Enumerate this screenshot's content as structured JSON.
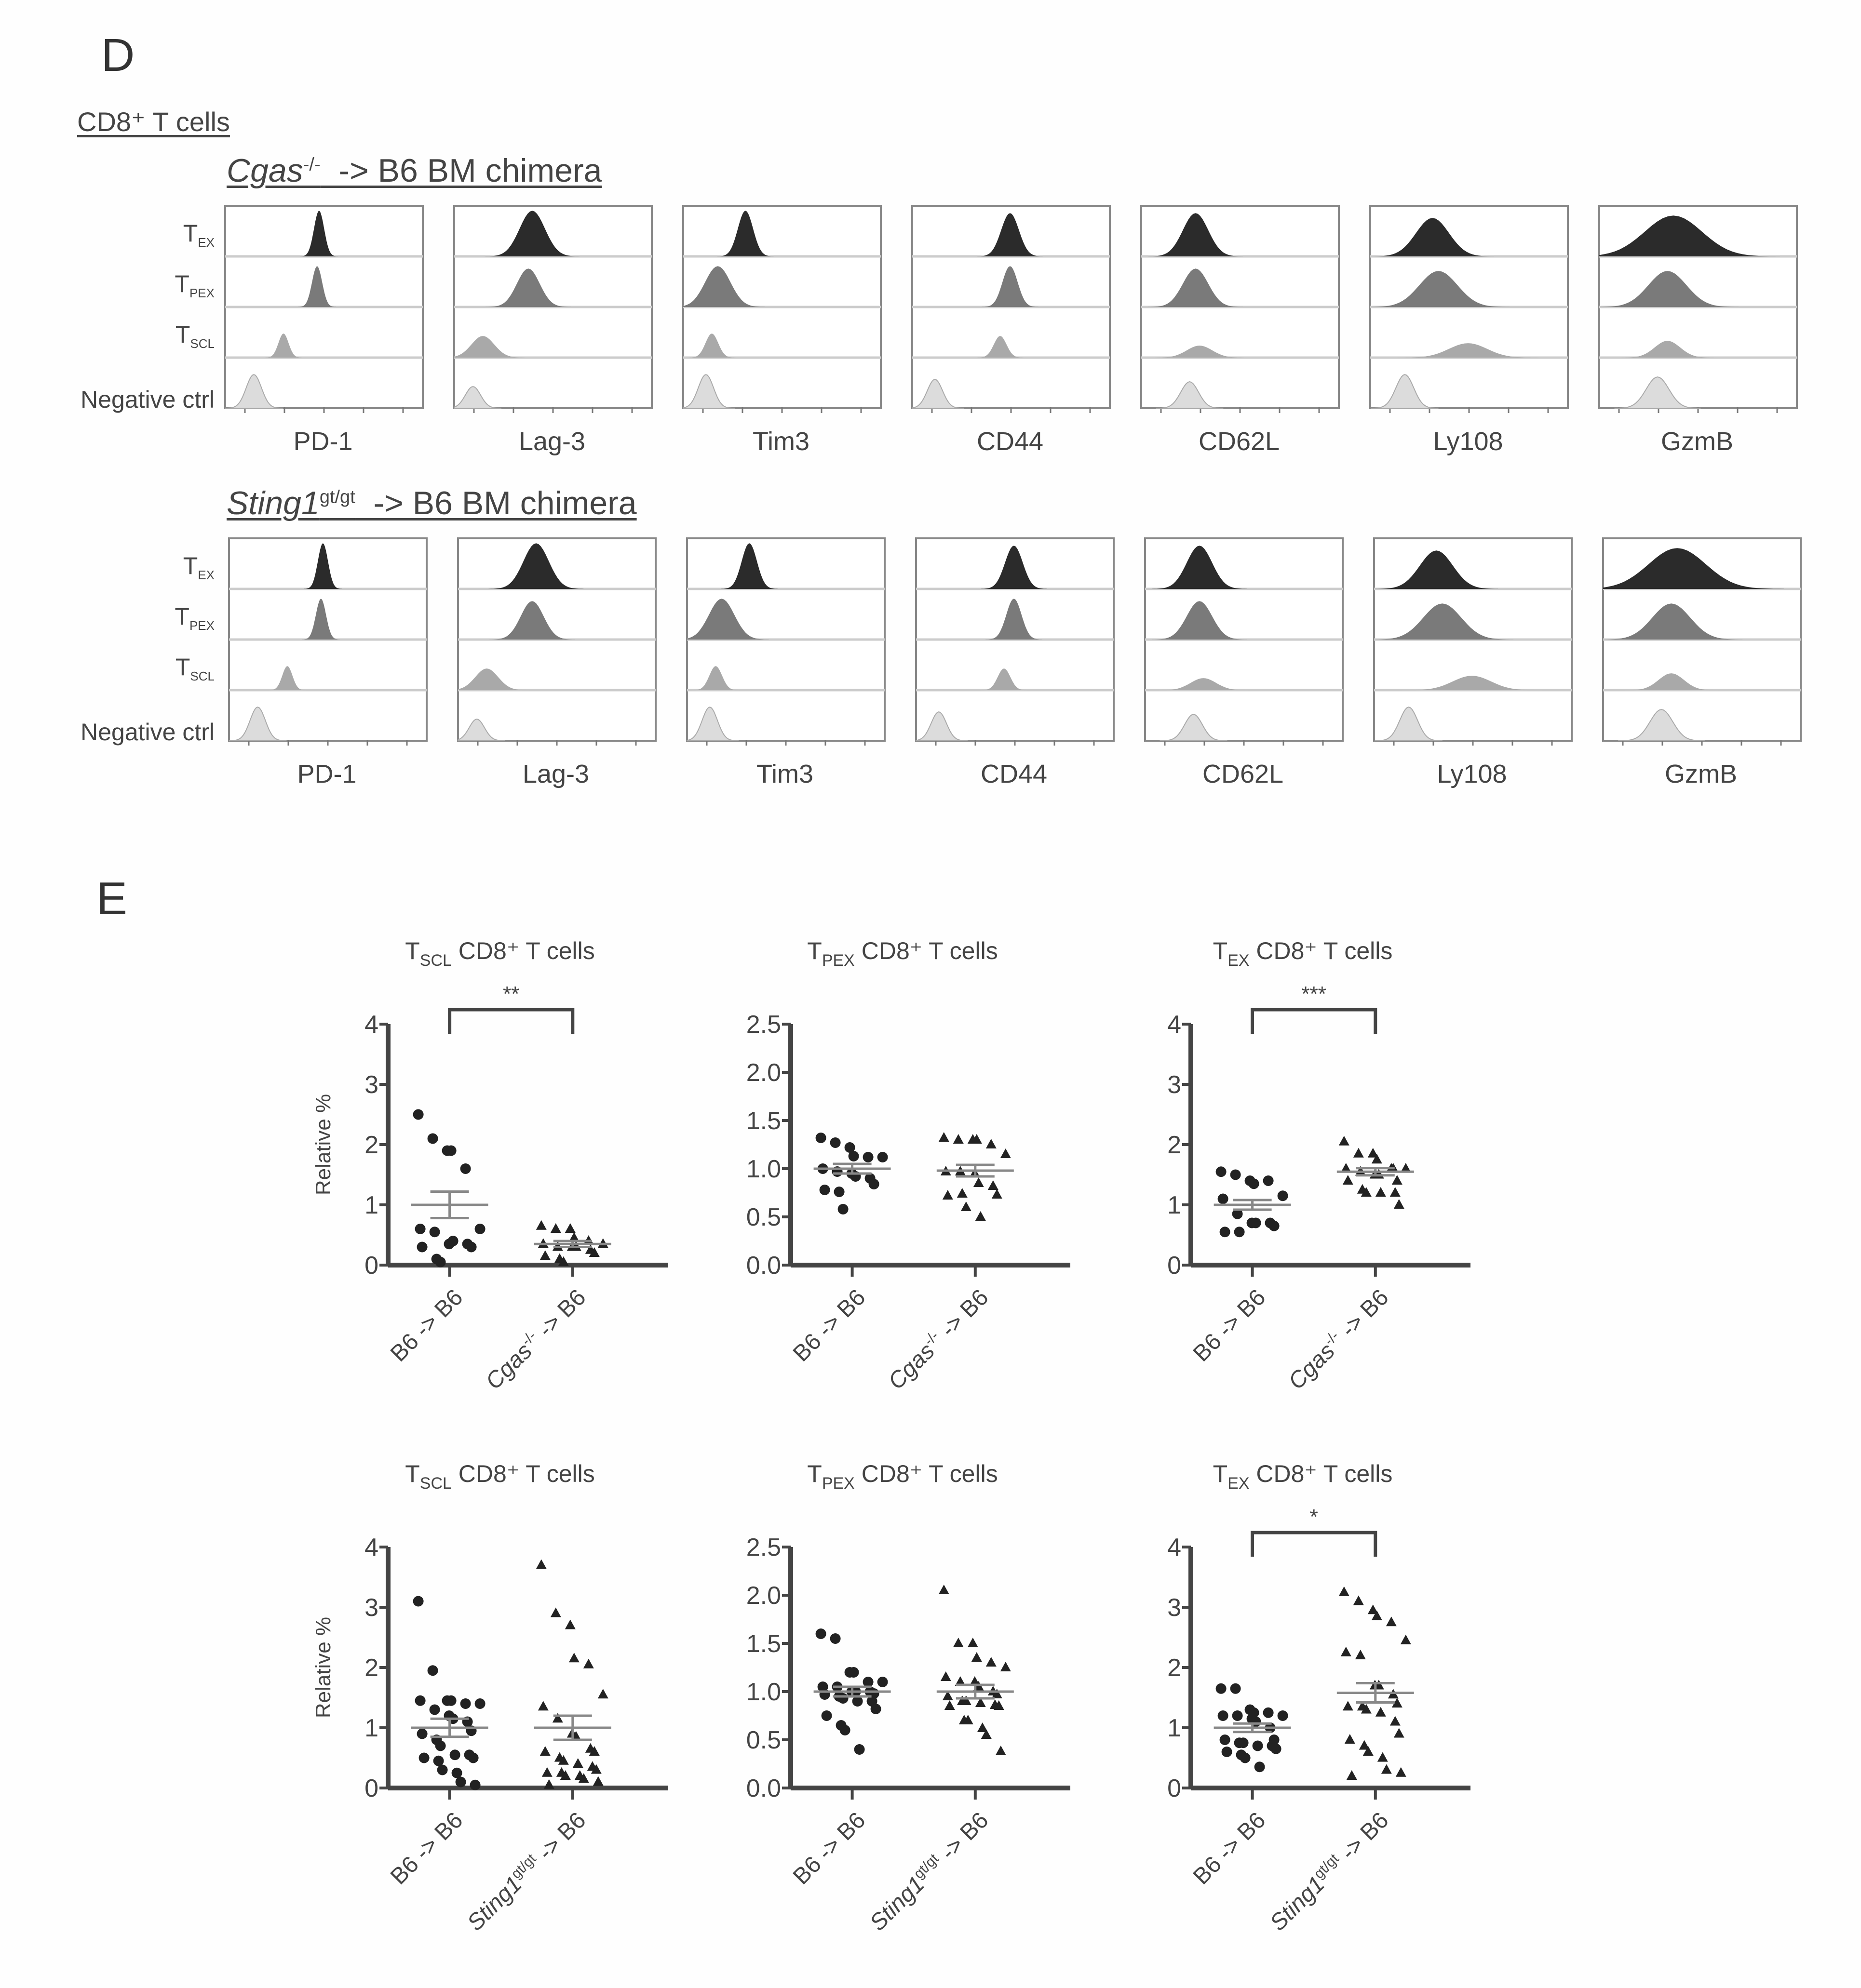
{
  "panel_d": {
    "letter": "D",
    "subtitle": "CD8⁺ T cells",
    "row_labels": [
      {
        "main": "T",
        "sub": "EX"
      },
      {
        "main": "T",
        "sub": "PEX"
      },
      {
        "main": "T",
        "sub": "SCL"
      },
      {
        "main": "Negative ctrl",
        "sub": ""
      }
    ],
    "markers": [
      "PD-1",
      "Lag-3",
      "Tim3",
      "CD44",
      "CD62L",
      "Ly108",
      "GzmB"
    ],
    "blocks": [
      {
        "title_gene": "Cgas",
        "title_sup": "-/-",
        "title_rest": "  -> B6 BM chimera"
      },
      {
        "title_gene": "Sting1",
        "title_sup": "gt/gt",
        "title_rest": "  -> B6 BM chimera"
      }
    ],
    "colors": {
      "TEX": "#2b2b2b",
      "TPEX": "#7a7a7a",
      "TSCL": "#a9a9a9",
      "NEG": "#dcdcdc"
    }
  },
  "panel_e": {
    "letter": "E"
  },
  "chart_data": [
    {
      "type": "scatter",
      "title": "TSCL CD8+ T cells",
      "title_main": "T",
      "title_sub": "SCL",
      "title_rest": " CD8⁺ T cells",
      "ylabel": "Relative %",
      "ylim": [
        0,
        4
      ],
      "yticks": [
        "0",
        "1",
        "2",
        "3",
        "4"
      ],
      "categories": [
        "B6 -> B6",
        "Cgas-/- -> B6"
      ],
      "cat_labels": [
        {
          "main": "B6 -> B6",
          "sup": ""
        },
        {
          "main": "Cgas",
          "sup": "-/-",
          "rest": " -> B6"
        }
      ],
      "significance": "**",
      "series": [
        {
          "name": "B6 -> B6",
          "marker": "circle",
          "mean": 1.0,
          "sem": 0.22,
          "values": [
            2.5,
            2.1,
            1.9,
            1.9,
            1.6,
            0.6,
            0.6,
            0.55,
            0.35,
            0.4,
            0.35,
            0.3,
            0.3,
            0.1,
            0.05
          ]
        },
        {
          "name": "Cgas-/- -> B6",
          "marker": "triangle",
          "mean": 0.35,
          "sem": 0.05,
          "values": [
            0.65,
            0.6,
            0.6,
            0.45,
            0.4,
            0.35,
            0.35,
            0.3,
            0.3,
            0.3,
            0.25,
            0.2,
            0.15,
            0.1,
            0.05
          ]
        }
      ]
    },
    {
      "type": "scatter",
      "title": "TPEX CD8+ T cells",
      "title_main": "T",
      "title_sub": "PEX",
      "title_rest": " CD8⁺ T cells",
      "ylabel": "",
      "ylim": [
        0,
        2.5
      ],
      "yticks": [
        "0.0",
        "0.5",
        "1.0",
        "1.5",
        "2.0",
        "2.5"
      ],
      "categories": [
        "B6 -> B6",
        "Cgas-/- -> B6"
      ],
      "cat_labels": [
        {
          "main": "B6 -> B6",
          "sup": ""
        },
        {
          "main": "Cgas",
          "sup": "-/-",
          "rest": " -> B6"
        }
      ],
      "significance": "",
      "series": [
        {
          "name": "B6 -> B6",
          "marker": "circle",
          "mean": 1.0,
          "sem": 0.05,
          "values": [
            1.32,
            1.27,
            1.22,
            1.13,
            1.12,
            1.12,
            1.0,
            0.97,
            0.95,
            0.92,
            0.9,
            0.84,
            0.78,
            0.76,
            0.58
          ]
        },
        {
          "name": "Cgas-/- -> B6",
          "marker": "triangle",
          "mean": 0.98,
          "sem": 0.06,
          "values": [
            1.32,
            1.3,
            1.3,
            1.3,
            1.25,
            1.15,
            0.97,
            0.97,
            0.95,
            0.85,
            0.82,
            0.73,
            0.72,
            0.74,
            0.6,
            0.5
          ]
        }
      ]
    },
    {
      "type": "scatter",
      "title": "TEX CD8+ T cells",
      "title_main": "T",
      "title_sub": "EX",
      "title_rest": " CD8⁺ T cells",
      "ylabel": "",
      "ylim": [
        0,
        4
      ],
      "yticks": [
        "0",
        "1",
        "2",
        "3",
        "4"
      ],
      "categories": [
        "B6 -> B6",
        "Cgas-/- -> B6"
      ],
      "cat_labels": [
        {
          "main": "B6 -> B6",
          "sup": ""
        },
        {
          "main": "Cgas",
          "sup": "-/-",
          "rest": " -> B6"
        }
      ],
      "significance": "***",
      "series": [
        {
          "name": "B6 -> B6",
          "marker": "circle",
          "mean": 1.0,
          "sem": 0.08,
          "values": [
            1.55,
            1.5,
            1.4,
            1.35,
            1.4,
            1.15,
            1.1,
            0.85,
            0.7,
            0.7,
            0.7,
            0.65,
            0.55,
            0.55
          ]
        },
        {
          "name": "Cgas-/- -> B6",
          "marker": "triangle",
          "mean": 1.55,
          "sem": 0.06,
          "values": [
            2.05,
            1.85,
            1.85,
            1.75,
            1.6,
            1.6,
            1.6,
            1.55,
            1.5,
            1.5,
            1.6,
            1.4,
            1.4,
            1.25,
            1.2,
            1.2,
            1.2,
            1.0
          ]
        }
      ]
    },
    {
      "type": "scatter",
      "title": "TSCL CD8+ T cells",
      "title_main": "T",
      "title_sub": "SCL",
      "title_rest": " CD8⁺ T cells",
      "ylabel": "Relative %",
      "ylim": [
        0,
        4
      ],
      "yticks": [
        "0",
        "1",
        "2",
        "3",
        "4"
      ],
      "categories": [
        "B6 -> B6",
        "Sting1gt/gt -> B6"
      ],
      "cat_labels": [
        {
          "main": "B6 -> B6",
          "sup": ""
        },
        {
          "main": "Sting1",
          "sup": "gt/gt",
          "rest": " -> B6"
        }
      ],
      "significance": "",
      "series": [
        {
          "name": "B6 -> B6",
          "marker": "circle",
          "mean": 1.0,
          "sem": 0.15,
          "values": [
            3.1,
            1.95,
            1.45,
            1.45,
            1.4,
            1.4,
            1.45,
            1.3,
            1.2,
            1.15,
            1.1,
            0.95,
            0.9,
            0.8,
            0.7,
            0.55,
            0.55,
            0.5,
            0.5,
            0.45,
            0.3,
            0.25,
            0.1,
            0.05
          ]
        },
        {
          "name": "Sting1gt/gt -> B6",
          "marker": "triangle",
          "mean": 1.0,
          "sem": 0.2,
          "values": [
            3.7,
            2.9,
            2.7,
            2.15,
            2.05,
            1.55,
            1.35,
            1.15,
            0.9,
            0.85,
            0.65,
            0.6,
            0.6,
            0.5,
            0.45,
            0.4,
            0.35,
            0.3,
            0.25,
            0.25,
            0.2,
            0.2,
            0.15,
            0.1,
            0.05
          ]
        }
      ]
    },
    {
      "type": "scatter",
      "title": "TPEX CD8+ T cells",
      "title_main": "T",
      "title_sub": "PEX",
      "title_rest": " CD8⁺ T cells",
      "ylabel": "",
      "ylim": [
        0,
        2.5
      ],
      "yticks": [
        "0.0",
        "0.5",
        "1.0",
        "1.5",
        "2.0",
        "2.5"
      ],
      "categories": [
        "B6 -> B6",
        "Sting1gt/gt -> B6"
      ],
      "cat_labels": [
        {
          "main": "B6 -> B6",
          "sup": ""
        },
        {
          "main": "Sting1",
          "sup": "gt/gt",
          "rest": " -> B6"
        }
      ],
      "significance": "",
      "series": [
        {
          "name": "B6 -> B6",
          "marker": "circle",
          "mean": 1.0,
          "sem": 0.05,
          "values": [
            1.6,
            1.55,
            1.2,
            1.2,
            1.1,
            1.1,
            1.05,
            1.05,
            1.0,
            1.0,
            1.0,
            0.98,
            0.97,
            0.95,
            0.93,
            0.9,
            0.9,
            0.82,
            0.75,
            0.65,
            0.6,
            0.4
          ]
        },
        {
          "name": "Sting1gt/gt -> B6",
          "marker": "triangle",
          "mean": 1.0,
          "sem": 0.07,
          "values": [
            2.05,
            1.5,
            1.5,
            1.35,
            1.3,
            1.25,
            1.15,
            1.1,
            1.1,
            1.05,
            1.0,
            0.97,
            0.95,
            0.9,
            0.9,
            0.88,
            0.86,
            0.85,
            0.85,
            0.7,
            0.7,
            0.62,
            0.55,
            0.38
          ]
        }
      ]
    },
    {
      "type": "scatter",
      "title": "TEX CD8+ T cells",
      "title_main": "T",
      "title_sub": "EX",
      "title_rest": " CD8⁺ T cells",
      "ylabel": "",
      "ylim": [
        0,
        4
      ],
      "yticks": [
        "0",
        "1",
        "2",
        "3",
        "4"
      ],
      "categories": [
        "B6 -> B6",
        "Sting1gt/gt -> B6"
      ],
      "cat_labels": [
        {
          "main": "B6 -> B6",
          "sup": ""
        },
        {
          "main": "Sting1",
          "sup": "gt/gt",
          "rest": " -> B6"
        }
      ],
      "significance": "*",
      "series": [
        {
          "name": "B6 -> B6",
          "marker": "circle",
          "mean": 1.0,
          "sem": 0.07,
          "values": [
            1.65,
            1.65,
            1.3,
            1.25,
            1.25,
            1.2,
            1.2,
            1.2,
            1.15,
            1.1,
            1.0,
            0.8,
            0.8,
            0.75,
            0.75,
            0.7,
            0.7,
            0.65,
            0.6,
            0.55,
            0.5,
            0.35
          ]
        },
        {
          "name": "Sting1gt/gt -> B6",
          "marker": "triangle",
          "mean": 1.58,
          "sem": 0.16,
          "values": [
            3.25,
            3.1,
            2.95,
            2.85,
            2.75,
            2.45,
            2.25,
            2.2,
            1.7,
            1.7,
            1.55,
            1.4,
            1.35,
            1.35,
            1.3,
            1.25,
            1.1,
            0.9,
            0.8,
            0.7,
            0.6,
            0.5,
            0.3,
            0.25,
            0.2
          ]
        }
      ]
    }
  ]
}
